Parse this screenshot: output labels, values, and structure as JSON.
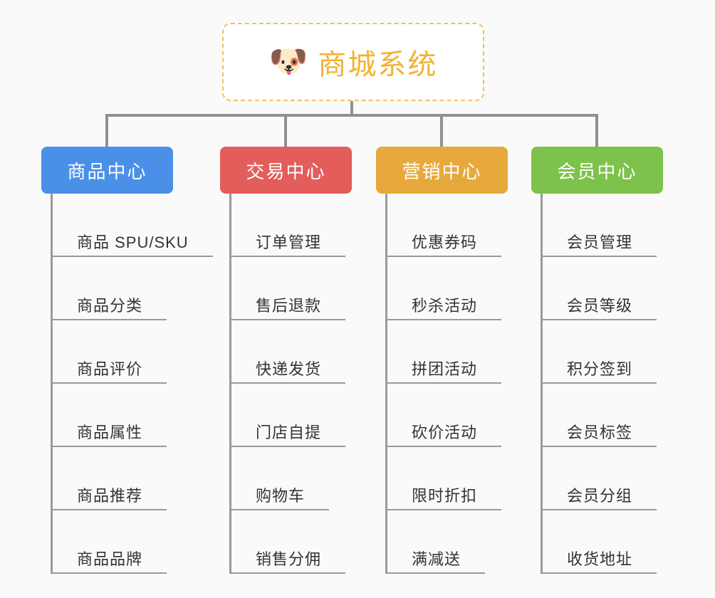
{
  "diagram": {
    "type": "mindmap-tree",
    "background_color": "#FAFAFA",
    "root": {
      "title": "商城系统",
      "icon": "dog-face-icon",
      "emoji": "🐶",
      "text_color": "#F2B233",
      "border_color": "#F0C060",
      "fill_color": "#FFFFFF"
    },
    "connector_color": "#909090",
    "branches": [
      {
        "label": "商品中心",
        "color": "#4A90E8",
        "items": [
          "商品 SPU/SKU",
          "商品分类",
          "商品评价",
          "商品属性",
          "商品推荐",
          "商品品牌"
        ]
      },
      {
        "label": "交易中心",
        "color": "#E35D5B",
        "items": [
          "订单管理",
          "售后退款",
          "快递发货",
          "门店自提",
          "购物车",
          "销售分佣"
        ]
      },
      {
        "label": "营销中心",
        "color": "#E8A93C",
        "items": [
          "优惠券码",
          "秒杀活动",
          "拼团活动",
          "砍价活动",
          "限时折扣",
          "满减送"
        ]
      },
      {
        "label": "会员中心",
        "color": "#7DC24B",
        "items": [
          "会员管理",
          "会员等级",
          "积分签到",
          "会员标签",
          "会员分组",
          "收货地址"
        ]
      }
    ]
  }
}
